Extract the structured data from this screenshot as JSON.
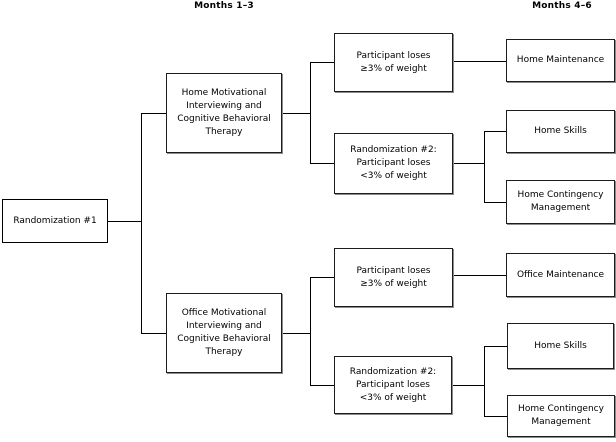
{
  "diagram": {
    "headers": {
      "months_1_3": "Months 1–3",
      "months_4_6": "Months 4–6"
    },
    "nodes": {
      "randomization_1": "Randomization #1",
      "home_mi_cbt": "Home Motivational\nInterviewing and\nCognitive Behavioral\nTherapy",
      "participant_loses_top": "Participant loses\n≥3% of weight",
      "home_maintenance": "Home Maintenance",
      "randomization_2_top": "Randomization #2:\nParticipant loses\n<3% of weight",
      "home_skills_top": "Home Skills",
      "home_contingency_top": "Home Contingency\nManagement",
      "office_mi_cbt": "Office Motivational\nInterviewing and\nCognitive Behavioral\nTherapy",
      "participant_loses_bottom": "Participant loses\n≥3% of weight",
      "office_maintenance": "Office Maintenance",
      "randomization_2_bottom": "Randomization #2:\nParticipant loses\n<3% of weight",
      "home_skills_bottom": "Home Skills",
      "home_contingency_bottom": "Home Contingency\nManagement"
    },
    "colors": {
      "background": "#ffffff",
      "box_border": "#1c1c1c",
      "box_shadow": "#8c8c8c",
      "connector": "#000000",
      "text": "#000000"
    }
  }
}
